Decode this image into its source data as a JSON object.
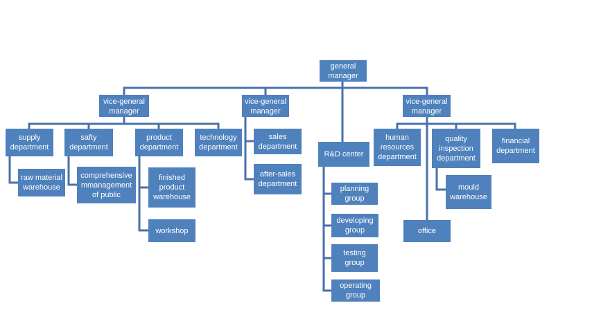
{
  "org_chart": {
    "general_manager": "general\nmanager",
    "vgm_left": "vice-general\nmanager",
    "vgm_center": "vice-general\nmanager",
    "vgm_right": "vice-general\nmanager",
    "supply": "supply\ndepartment",
    "safty": "safty\ndepartment",
    "product": "product\ndepartment",
    "technology": "technology\ndepartment",
    "raw_material": "raw material\nwarehouse",
    "comprehensive": "comprehensive\nmmanagement\nof public",
    "finished": "finished\nproduct\nwarehouse",
    "workshop": "workshop",
    "sales": "sales\ndepartment",
    "after_sales": "after-sales\ndepartment",
    "rd_center": "R&D  center",
    "planning": "planning\ngroup",
    "developing": "developing\ngroup",
    "testing": "testing\ngroup",
    "operating": "operating\ngroup",
    "human_resources": "human\nresources\ndepartment",
    "quality": "quality\ninspection\ndepartment",
    "financial": "financial\ndepartment",
    "mould": "mould\nwarehouse",
    "office": "office"
  },
  "colors": {
    "box_fill": "#4f81bd",
    "connector": "#4a71a8",
    "text": "#ffffff"
  }
}
